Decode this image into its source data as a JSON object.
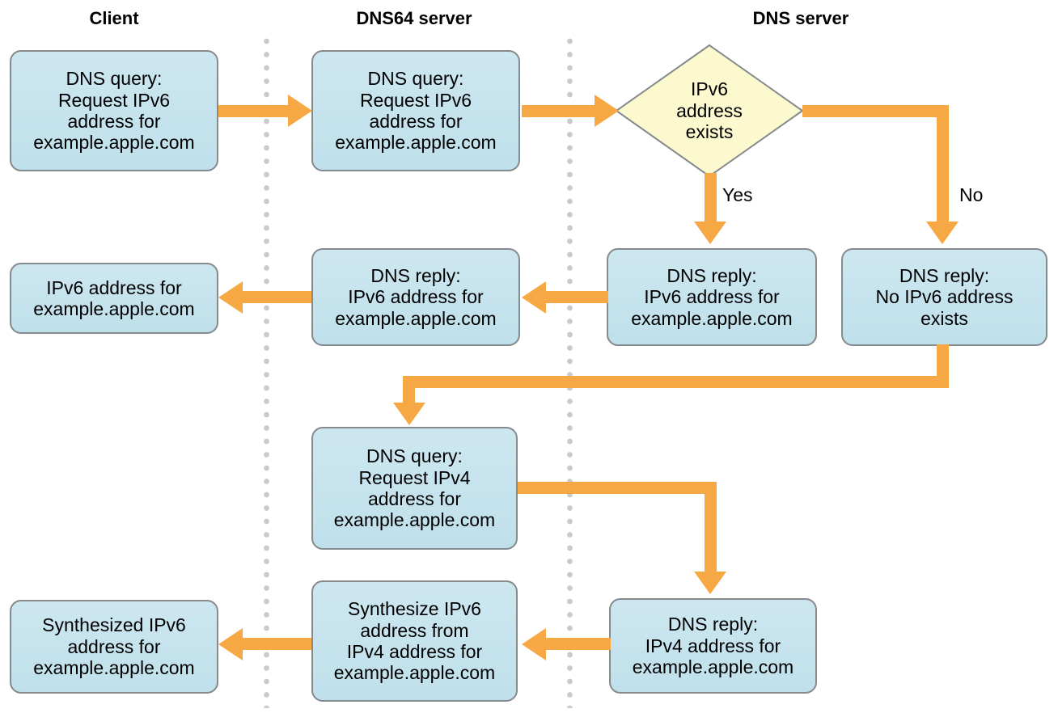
{
  "columns": {
    "client": "Client",
    "dns64": "DNS64 server",
    "dns": "DNS server"
  },
  "nodes": {
    "client_ipv6_query": "DNS query:\nRequest IPv6\naddress for\nexample.apple.com",
    "dns64_ipv6_query": "DNS query:\nRequest IPv6\naddress for\nexample.apple.com",
    "decision_ipv6_exists": "IPv6\naddress\nexists",
    "dns_reply_ipv6": "DNS reply:\nIPv6 address for\nexample.apple.com",
    "dns_reply_no_ipv6": "DNS reply:\nNo IPv6 address\nexists",
    "dns64_reply_ipv6": "DNS reply:\nIPv6 address for\nexample.apple.com",
    "client_ipv6_address": "IPv6 address for\nexample.apple.com",
    "dns64_ipv4_query": "DNS query:\nRequest IPv4\naddress for\nexample.apple.com",
    "dns_reply_ipv4": "DNS reply:\nIPv4 address for\nexample.apple.com",
    "dns64_synthesize": "Synthesize IPv6\naddress from\nIPv4 address for\nexample.apple.com",
    "client_synthesized_ipv6": "Synthesized IPv6\naddress for\nexample.apple.com"
  },
  "edge_labels": {
    "yes": "Yes",
    "no": "No"
  },
  "colors": {
    "box_fill": "#c5e3ee",
    "box_border": "#858a8d",
    "diamond_fill": "#fbf9cd",
    "arrow": "#f5a843",
    "separator_dots": "#c9cacb",
    "text": "#000000"
  }
}
